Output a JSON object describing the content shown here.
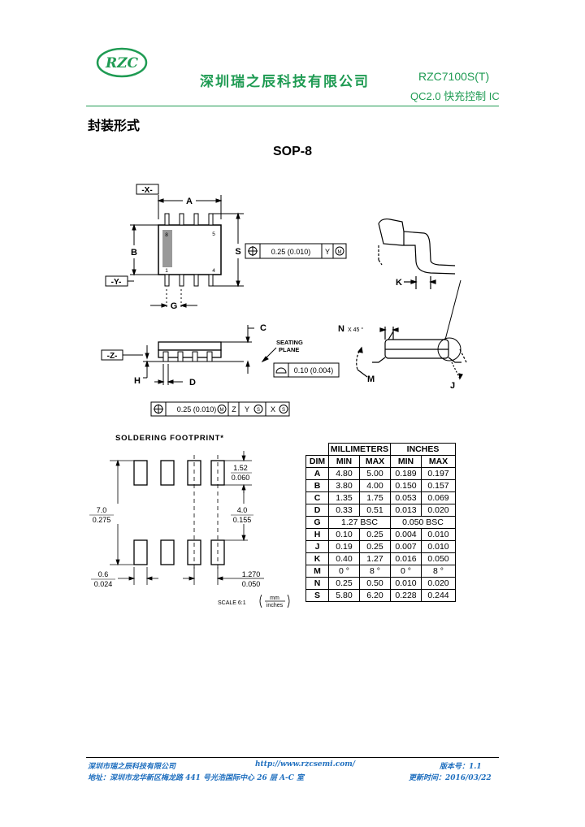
{
  "header": {
    "logo_text": "RZC",
    "company": "深圳瑞之辰科技有限公司",
    "part_number": "RZC7100S(T)",
    "part_desc": "QC2.0 快充控制 IC",
    "brand_color": "#1f9b53"
  },
  "section_title": "封装形式",
  "package_title": "SOP-8",
  "drawing": {
    "datum_x": "-X-",
    "datum_y": "-Y-",
    "datum_z": "-Z-",
    "dim_a": "A",
    "dim_b": "B",
    "dim_s": "S",
    "dim_g": "G",
    "dim_c": "C",
    "dim_h": "H",
    "dim_d": "D",
    "dim_k": "K",
    "dim_n": "N",
    "n_angle": "X 45 °",
    "dim_m": "M",
    "dim_j": "J",
    "pin8": "8",
    "pin5": "5",
    "pin1": "1",
    "pin4": "4",
    "seating_plane_1": "SEATING",
    "seating_plane_2": "PLANE",
    "tol_flatness": "0.10 (0.004)",
    "tol_pos_1": "0.25 (0.010)",
    "tol_pos_2": "0.25 (0.010)",
    "tol_m": "M",
    "tol_s": "S",
    "tol_y": "Y",
    "tol_z": "Z",
    "tol_x": "X"
  },
  "footprint": {
    "title": "SOLDERING FOOTPRINT*",
    "d152_mm": "1.52",
    "d152_in": "0.060",
    "d70_mm": "7.0",
    "d70_in": "0.275",
    "d40_mm": "4.0",
    "d40_in": "0.155",
    "d06_mm": "0.6",
    "d06_in": "0.024",
    "d127_mm": "1.270",
    "d127_in": "0.050",
    "scale": "SCALE 6:1",
    "unit_mm": "mm",
    "unit_in": "inches"
  },
  "table": {
    "dim_header": "DIM",
    "mm_header": "MILLIMETERS",
    "in_header": "INCHES",
    "min": "MIN",
    "max": "MAX",
    "rows": [
      {
        "dim": "A",
        "mm_min": "4.80",
        "mm_max": "5.00",
        "in_min": "0.189",
        "in_max": "0.197"
      },
      {
        "dim": "B",
        "mm_min": "3.80",
        "mm_max": "4.00",
        "in_min": "0.150",
        "in_max": "0.157"
      },
      {
        "dim": "C",
        "mm_min": "1.35",
        "mm_max": "1.75",
        "in_min": "0.053",
        "in_max": "0.069"
      },
      {
        "dim": "D",
        "mm_min": "0.33",
        "mm_max": "0.51",
        "in_min": "0.013",
        "in_max": "0.020"
      },
      {
        "dim": "G",
        "mm_span": "1.27 BSC",
        "in_span": "0.050 BSC"
      },
      {
        "dim": "H",
        "mm_min": "0.10",
        "mm_max": "0.25",
        "in_min": "0.004",
        "in_max": "0.010"
      },
      {
        "dim": "J",
        "mm_min": "0.19",
        "mm_max": "0.25",
        "in_min": "0.007",
        "in_max": "0.010"
      },
      {
        "dim": "K",
        "mm_min": "0.40",
        "mm_max": "1.27",
        "in_min": "0.016",
        "in_max": "0.050"
      },
      {
        "dim": "M",
        "mm_min": "0 °",
        "mm_max": "8 °",
        "in_min": "0 °",
        "in_max": "8 °"
      },
      {
        "dim": "N",
        "mm_min": "0.25",
        "mm_max": "0.50",
        "in_min": "0.010",
        "in_max": "0.020"
      },
      {
        "dim": "S",
        "mm_min": "5.80",
        "mm_max": "6.20",
        "in_min": "0.228",
        "in_max": "0.244"
      }
    ]
  },
  "footer": {
    "company": "深圳市瑞之辰科技有限公司",
    "url": "http://www.rzcsemi.com/",
    "version": "版本号：1.1",
    "address": "地址：深圳市龙华新区梅龙路 441 号光浩国际中心 26 层 A-C 室",
    "updated": "更新时间：2016/03/22"
  }
}
